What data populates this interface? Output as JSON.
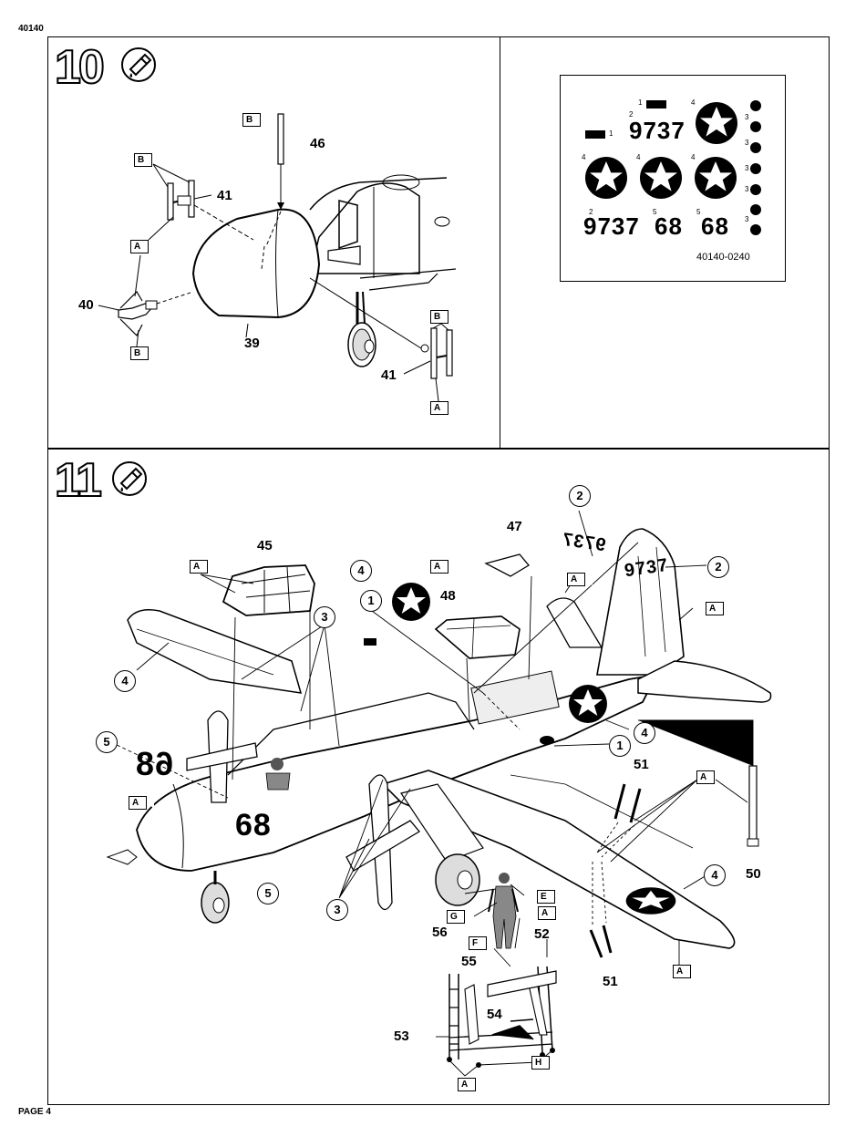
{
  "header": {
    "doc_id": "40140"
  },
  "footer": {
    "page_label": "PAGE 4"
  },
  "step10": {
    "number": "10",
    "icon": "glue-icon",
    "parts": [
      "46",
      "41",
      "40",
      "39",
      "41"
    ],
    "flags": [
      "B",
      "B",
      "A",
      "B",
      "B",
      "A"
    ]
  },
  "decal_sheet": {
    "serial": "9737",
    "serial2": "9737",
    "num68a": "68",
    "num68b": "68",
    "code": "40140-0240",
    "keys": [
      "1",
      "1",
      "2",
      "4",
      "3",
      "3",
      "4",
      "4",
      "4",
      "3",
      "3",
      "2",
      "5",
      "5",
      "3"
    ]
  },
  "step11": {
    "number": "11",
    "icon": "glue-icon",
    "parts": {
      "p45": "45",
      "p47": "47",
      "p48": "48",
      "p51a": "51",
      "p51b": "51",
      "p50": "50",
      "p53": "53",
      "p54": "54",
      "p55": "55",
      "p52": "52",
      "p56": "56"
    },
    "circles": {
      "c2a": "2",
      "c2b": "2",
      "c4a": "4",
      "c1a": "1",
      "c3": "3",
      "c4b": "4",
      "c5a": "5",
      "c4c": "4",
      "c1b": "1",
      "c5b": "5",
      "c3b": "3",
      "c4d": "4"
    },
    "flags": {
      "fA1": "A",
      "fA2": "A",
      "fA3": "A",
      "fA4": "A",
      "fA5": "A",
      "fA6": "A",
      "fE": "E",
      "fG": "G",
      "fA7": "A",
      "fF": "F",
      "fH": "H",
      "fA8": "A"
    },
    "decals": {
      "tail_num": "9737",
      "mirror_num": "9737",
      "nose_mirror": "68",
      "nose_num": "68"
    }
  }
}
